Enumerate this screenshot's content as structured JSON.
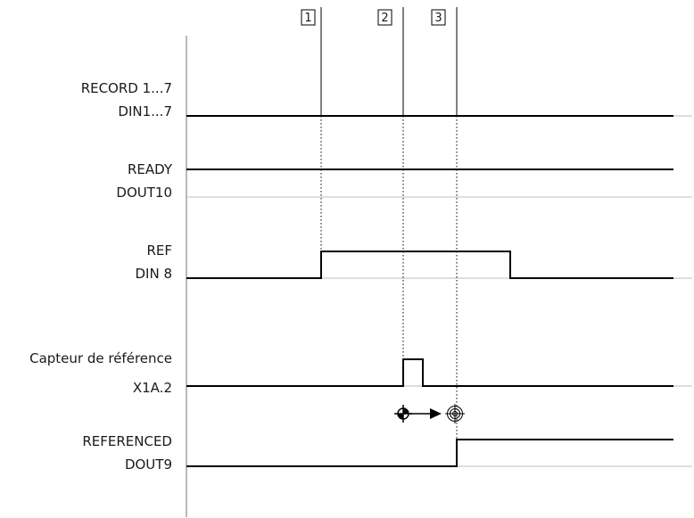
{
  "markers": [
    "1",
    "2",
    "3"
  ],
  "signals": [
    {
      "line1": "RECORD 1...7",
      "line2": "DIN1...7"
    },
    {
      "line1": "READY",
      "line2": "DOUT10"
    },
    {
      "line1": "REF",
      "line2": "DIN 8"
    },
    {
      "line1": "Capteur de référence",
      "line2": "X1A.2"
    },
    {
      "line1": "REFERENCED",
      "line2": "DOUT9"
    }
  ],
  "colors": {
    "trace": "#000000",
    "baseline": "#bdbdbd",
    "axis": "#a0a0a0",
    "text": "#1a1a1a"
  },
  "icons": [
    "reference-point-icon",
    "arrow-right-icon",
    "target-icon"
  ]
}
